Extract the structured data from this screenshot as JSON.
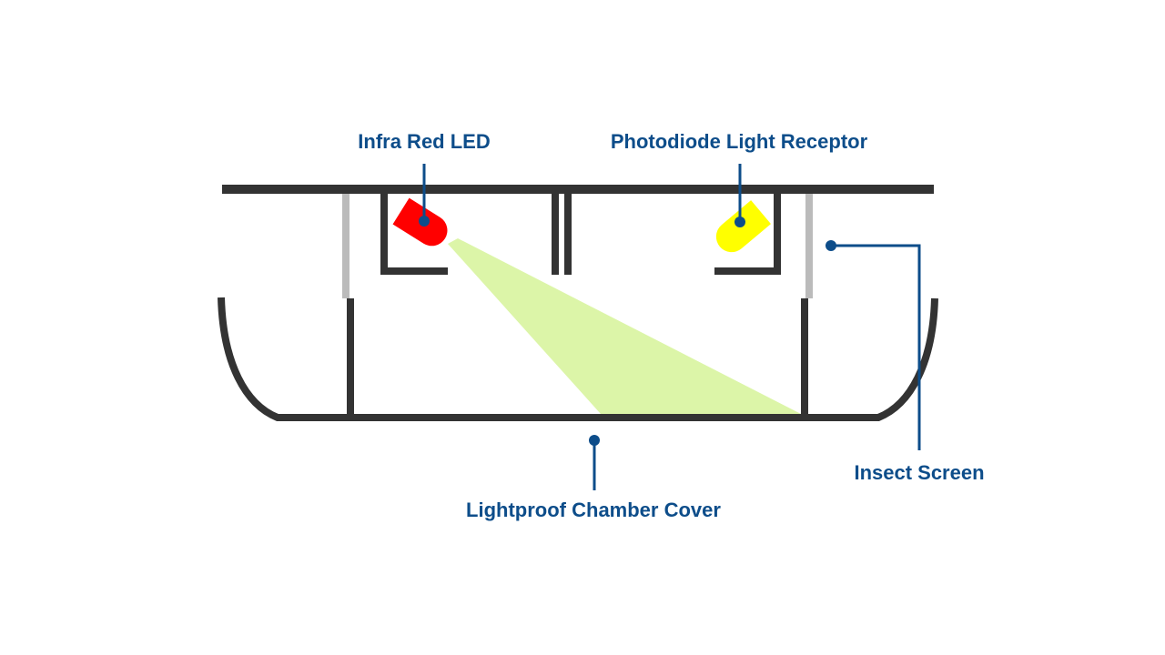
{
  "diagram": {
    "title": "Smoke detector optical chamber",
    "labels": {
      "led": "Infra Red LED",
      "photodiode": "Photodiode Light Receptor",
      "insect_screen": "Insect Screen",
      "cover": "Lightproof Chamber Cover"
    },
    "colors": {
      "structure": "#333333",
      "screen": "#bbbbbb",
      "led": "#ff0000",
      "photodiode": "#ffff00",
      "beam": "#dcf5a8",
      "callout": "#0d4d8a"
    }
  }
}
